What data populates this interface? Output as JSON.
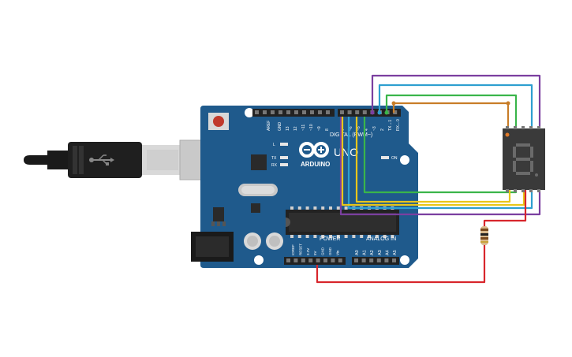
{
  "board": {
    "aref": "AREF",
    "gnd": "GND",
    "digital_pins": [
      "13",
      "12",
      "~11",
      "~10",
      "~9",
      "8",
      "7",
      "~6",
      "~5",
      "4",
      "~3",
      "2",
      "TX→1",
      "RX←0"
    ],
    "digital_label": "DIGITAL (PWM~)",
    "brand": "ARDUINO",
    "model": "UNO",
    "led_l": "L",
    "led_tx": "TX",
    "led_rx": "RX",
    "led_on": "ON",
    "power_label": "POWER",
    "analog_label": "ANALOG IN",
    "power_pins": [
      "IOREF",
      "RESET",
      "3.3V",
      "5V",
      "GND",
      "GND",
      "Vin"
    ],
    "analog_pins": [
      "A0",
      "A1",
      "A2",
      "A3",
      "A4",
      "A5"
    ]
  },
  "display": {
    "digit": "8"
  },
  "wire_colors": {
    "purple": "#7b3fa0",
    "blue": "#2e9fd0",
    "green": "#3ab54a",
    "orange": "#c87d28",
    "yellow": "#e8c61b",
    "red": "#d8262c"
  },
  "board_color": "#1f5a8c",
  "icons": [
    "usb-icon",
    "reset-button-icon",
    "infinity-logo-icon"
  ]
}
